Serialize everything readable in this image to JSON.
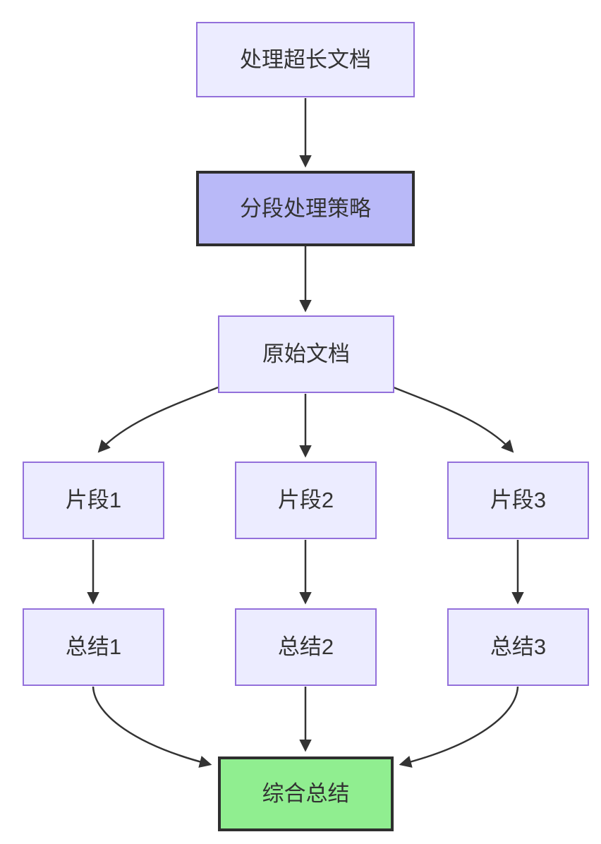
{
  "diagram": {
    "type": "flowchart",
    "direction": "top-down",
    "nodes": [
      {
        "id": "A",
        "label": "处理超长文档",
        "style": "default"
      },
      {
        "id": "B",
        "label": "分段处理策略",
        "style": "strategy"
      },
      {
        "id": "C",
        "label": "原始文档",
        "style": "default"
      },
      {
        "id": "D1",
        "label": "片段1",
        "style": "default"
      },
      {
        "id": "D2",
        "label": "片段2",
        "style": "default"
      },
      {
        "id": "D3",
        "label": "片段3",
        "style": "default"
      },
      {
        "id": "S1",
        "label": "总结1",
        "style": "default"
      },
      {
        "id": "S2",
        "label": "总结2",
        "style": "default"
      },
      {
        "id": "S3",
        "label": "总结3",
        "style": "default"
      },
      {
        "id": "F",
        "label": "综合总结",
        "style": "result"
      }
    ],
    "edges": [
      {
        "from": "处理超长文档",
        "to": "分段处理策略"
      },
      {
        "from": "分段处理策略",
        "to": "原始文档"
      },
      {
        "from": "原始文档",
        "to": "片段1"
      },
      {
        "from": "原始文档",
        "to": "片段2"
      },
      {
        "from": "原始文档",
        "to": "片段3"
      },
      {
        "from": "片段1",
        "to": "总结1"
      },
      {
        "from": "片段2",
        "to": "总结2"
      },
      {
        "from": "片段3",
        "to": "总结3"
      },
      {
        "from": "总结1",
        "to": "综合总结"
      },
      {
        "from": "总结2",
        "to": "综合总结"
      },
      {
        "from": "总结3",
        "to": "综合总结"
      }
    ],
    "colors": {
      "node_default_fill": "#ECECFF",
      "node_default_border": "#9370DB",
      "node_strategy_fill": "#B9B9F8",
      "node_result_fill": "#90EE90",
      "dark_border": "#2F2F2F",
      "edge_stroke": "#333333",
      "text": "#333333",
      "background": "#FFFFFF"
    }
  }
}
